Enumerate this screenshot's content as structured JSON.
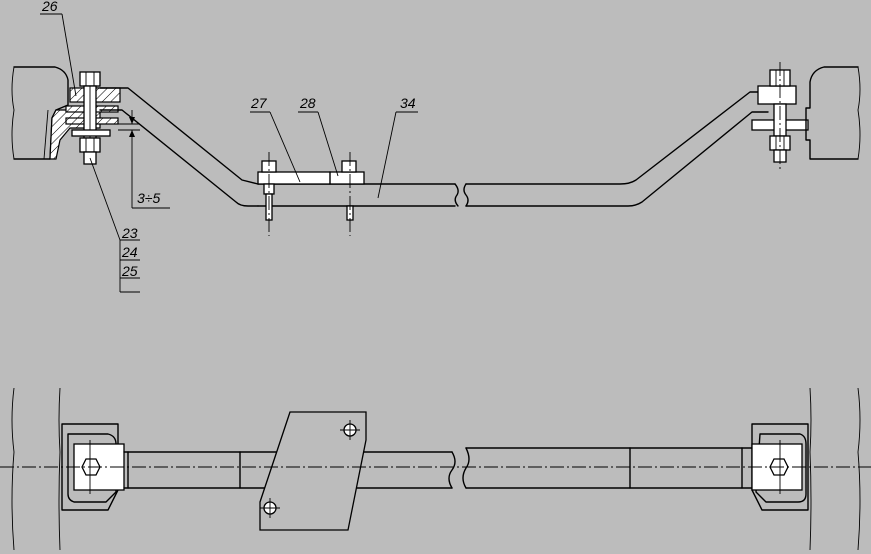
{
  "callouts": {
    "c26": "26",
    "c27": "27",
    "c28": "28",
    "c34": "34",
    "c23": "23",
    "c24": "24",
    "c25": "25",
    "gap": "3÷5"
  },
  "colors": {
    "background": "#bcbcbc",
    "line": "#000000",
    "part_fill": "#ffffff"
  }
}
